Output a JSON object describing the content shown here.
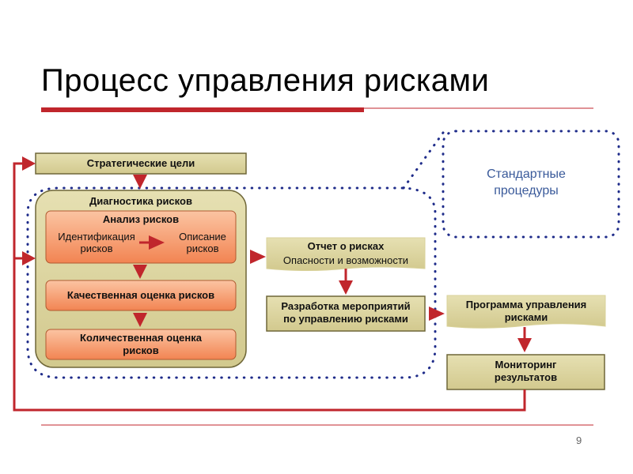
{
  "slide": {
    "title": "Процесс управления рисками",
    "page_number": "9"
  },
  "diagram": {
    "strategic_goals": "Стратегические цели",
    "risk_diagnostics": "Диагностика рисков",
    "risk_analysis": "Анализ рисков",
    "identification_line1": "Идентификация",
    "identification_line2": "рисков",
    "description_line1": "Описание",
    "description_line2": "рисков",
    "qualitative_assessment": "Качественная оценка рисков",
    "quantitative_line1": "Количественная оценка",
    "quantitative_line2": "рисков",
    "risk_report": "Отчет о рисках",
    "threats_opportunities": "Опасности и возможности",
    "development_line1": "Разработка мероприятий",
    "development_line2": "по управлению рисками",
    "program_line1": "Программа управления",
    "program_line2": "рисками",
    "monitoring_line1": "Мониторинг",
    "monitoring_line2": "результатов",
    "standard_line1": "Стандартные",
    "standard_line2": "процедуры"
  },
  "colors": {
    "accent_red": "#c0262c",
    "olive_fill": "#d9d29a",
    "olive_stroke": "#6f6738",
    "orange_fill": "#f7a273",
    "navy_dots": "#1f2c8a"
  }
}
